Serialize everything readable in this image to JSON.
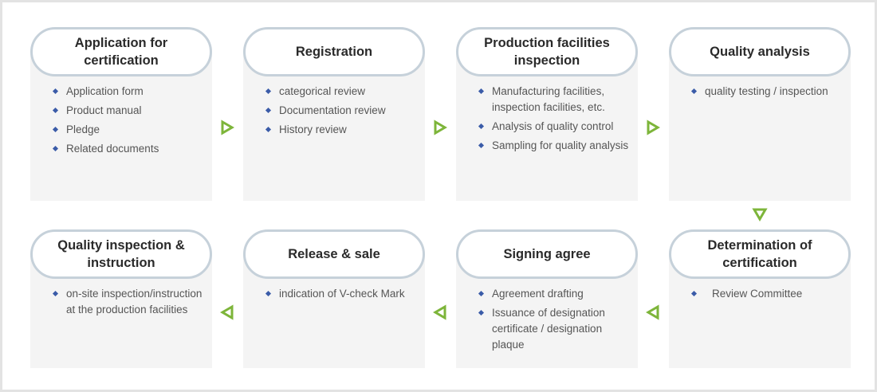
{
  "colors": {
    "pill_border": "#c6d1da",
    "panel_bg": "#f4f4f4",
    "arrow": "#7db53a",
    "bullet": "#3a5ba8"
  },
  "steps": [
    {
      "title": "Application for certification",
      "items": [
        "Application form",
        "Product manual",
        "Pledge",
        "Related documents"
      ]
    },
    {
      "title": "Registration",
      "items": [
        "categorical review",
        "Documentation review",
        "History review"
      ]
    },
    {
      "title": "Production facilities inspection",
      "items": [
        "Manufacturing facilities, inspection facilities, etc.",
        "Analysis of quality control",
        "Sampling for quality analysis"
      ]
    },
    {
      "title": "Quality analysis",
      "items": [
        "quality testing / inspection"
      ]
    },
    {
      "title": "Determination of certification",
      "items": [
        "Review Committee"
      ]
    },
    {
      "title": "Signing agree",
      "items": [
        "Agreement drafting",
        "Issuance of designation certificate / designation plaque"
      ]
    },
    {
      "title": "Release & sale",
      "items": [
        "indication of V-check Mark"
      ]
    },
    {
      "title": "Quality inspection & instruction",
      "items": [
        "on-site inspection/instruction at the production facilities"
      ]
    }
  ],
  "arrows": [
    {
      "from": 1,
      "to": 2,
      "direction": "right"
    },
    {
      "from": 2,
      "to": 3,
      "direction": "right"
    },
    {
      "from": 3,
      "to": 4,
      "direction": "right"
    },
    {
      "from": 4,
      "to": 5,
      "direction": "down"
    },
    {
      "from": 5,
      "to": 6,
      "direction": "left"
    },
    {
      "from": 6,
      "to": 7,
      "direction": "left"
    },
    {
      "from": 7,
      "to": 8,
      "direction": "left"
    }
  ]
}
